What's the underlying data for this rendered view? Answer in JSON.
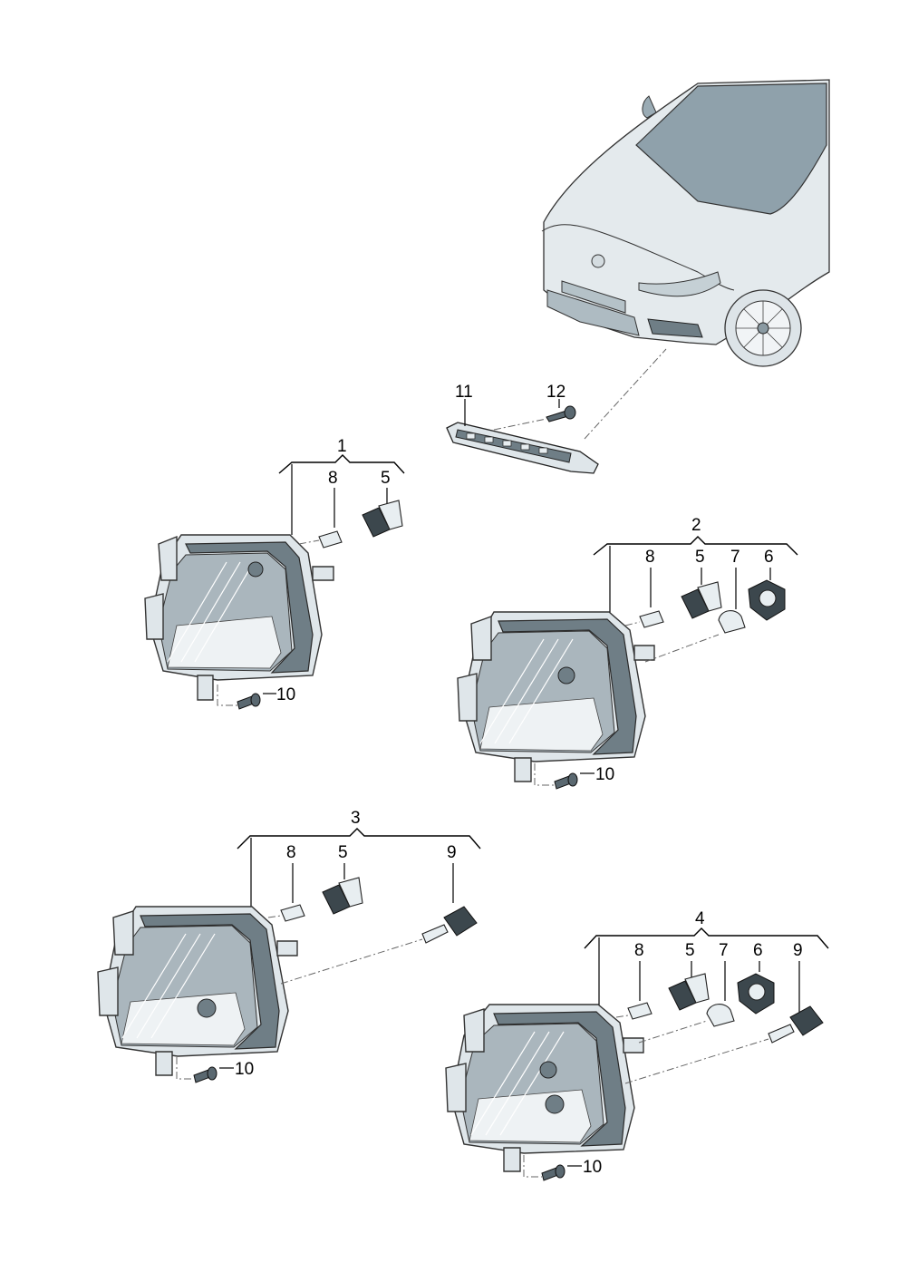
{
  "diagram": {
    "labels": {
      "assembly_1": "1",
      "assembly_2": "2",
      "assembly_3": "3",
      "assembly_4": "4",
      "part_5": "5",
      "part_6": "6",
      "part_7": "7",
      "part_8": "8",
      "part_9": "9",
      "part_10": "10",
      "part_11": "11",
      "part_12": "12"
    },
    "groups": [
      {
        "id": "assembly-1",
        "label": "1",
        "parts": [
          "8",
          "5"
        ],
        "screw": "10"
      },
      {
        "id": "assembly-2",
        "label": "2",
        "parts": [
          "8",
          "5",
          "7",
          "6"
        ],
        "screw": "10"
      },
      {
        "id": "assembly-3",
        "label": "3",
        "parts": [
          "8",
          "5",
          "9"
        ],
        "screw": "10"
      },
      {
        "id": "assembly-4",
        "label": "4",
        "parts": [
          "8",
          "5",
          "7",
          "6",
          "9"
        ],
        "screw": "10"
      }
    ],
    "colors": {
      "line": "#000000",
      "housing": "#dfe6ea",
      "shade": "#6f7e86",
      "car_body": "#e4eaed",
      "car_glass": "#8fa1ab"
    }
  }
}
